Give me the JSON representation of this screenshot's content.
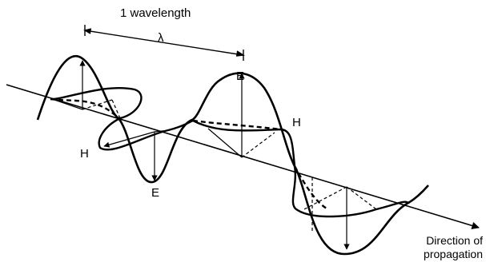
{
  "labels": {
    "wavelength": "1 wavelength",
    "lambda": "λ",
    "e_top": "E",
    "h_right": "H",
    "h_left": "H",
    "e_bottom": "E",
    "direction_line1": "Direction of",
    "direction_line2": "propagation"
  },
  "colors": {
    "line": "#000000",
    "background": "#ffffff"
  }
}
